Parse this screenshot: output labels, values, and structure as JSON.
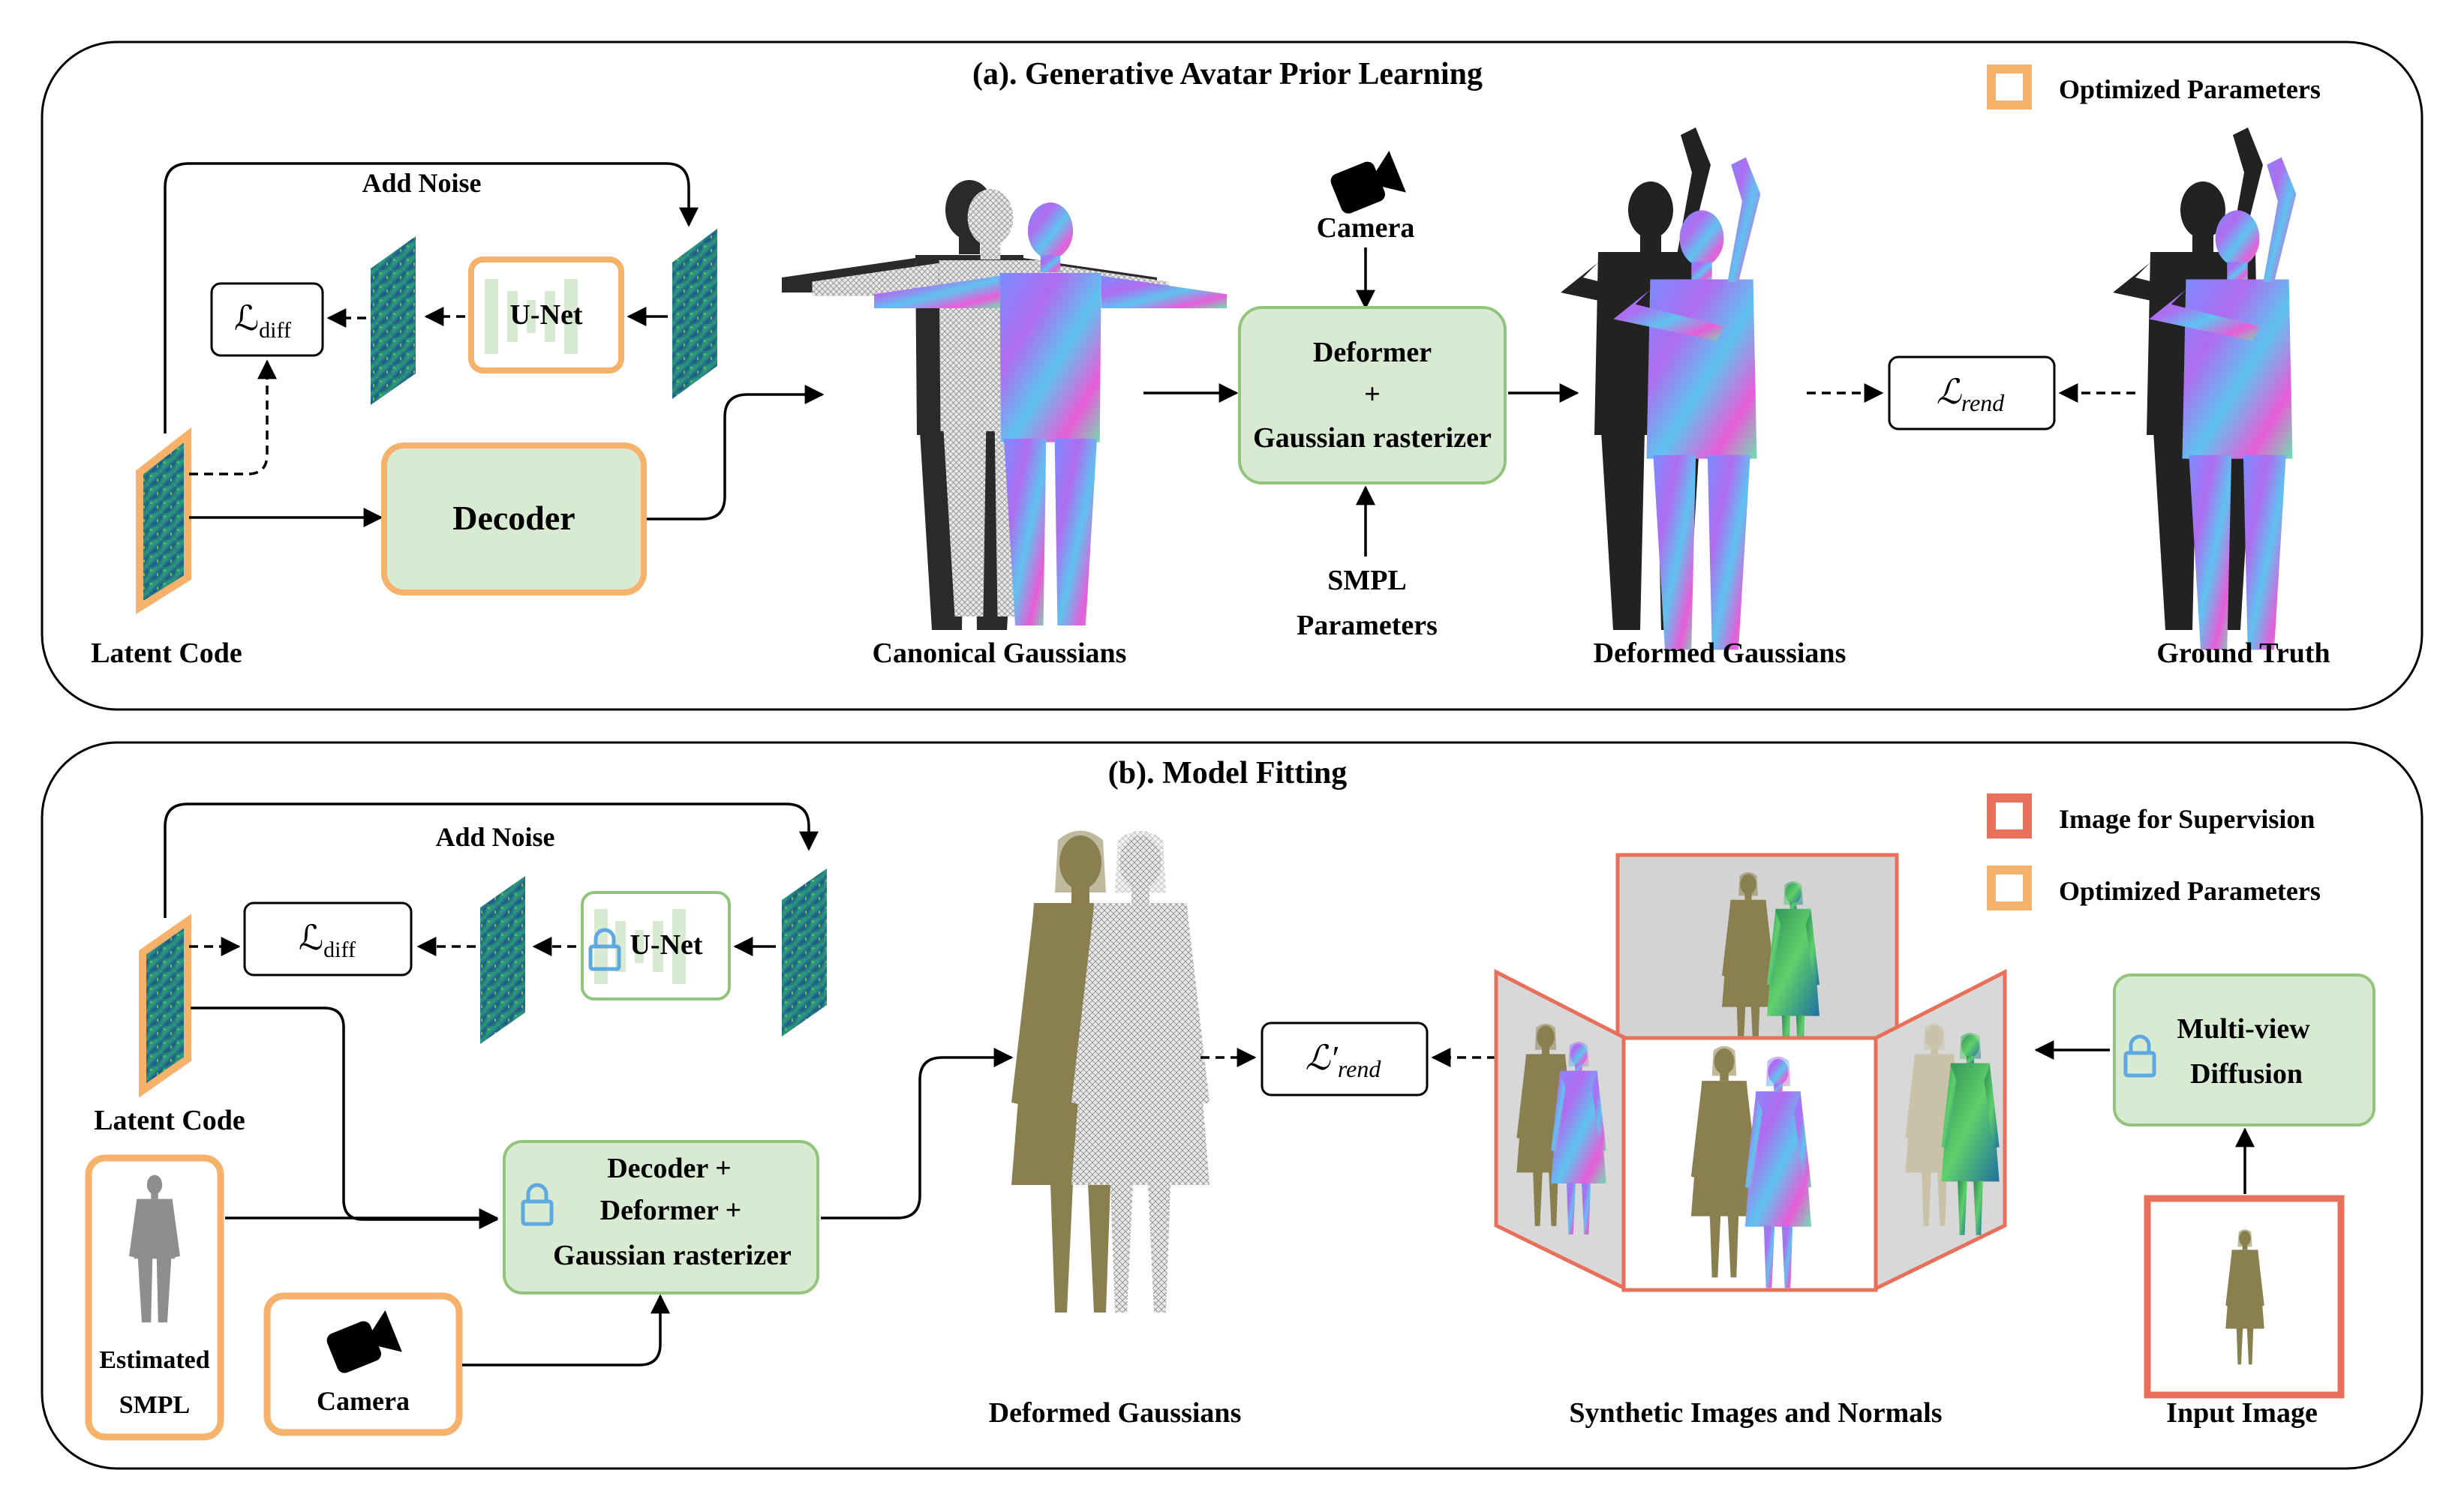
{
  "section_a": {
    "title": "(a). Generative Avatar Prior Learning",
    "legend_optimized": "Optimized Parameters",
    "add_noise": "Add Noise",
    "unet": "U-Net",
    "loss_diff": {
      "symbol": "ℒ",
      "sub": "diff"
    },
    "decoder": "Decoder",
    "latent_code": "Latent Code",
    "canonical_gaussians": "Canonical Gaussians",
    "camera": "Camera",
    "deformer_line1": "Deformer",
    "deformer_line2": "+",
    "deformer_line3": "Gaussian rasterizer",
    "smpl_line1": "SMPL",
    "smpl_line2": "Parameters",
    "deformed_gaussians": "Deformed Gaussians",
    "loss_rend": {
      "symbol": "ℒ",
      "sub": "rend"
    },
    "ground_truth": "Ground Truth"
  },
  "section_b": {
    "title": "(b). Model Fitting",
    "legend_supervision": "Image for Supervision",
    "legend_optimized": "Optimized Parameters",
    "add_noise": "Add Noise",
    "unet": "U-Net",
    "loss_diff": {
      "symbol": "ℒ",
      "sub": "diff"
    },
    "latent_code": "Latent Code",
    "estimated_smpl_line1": "Estimated",
    "estimated_smpl_line2": "SMPL",
    "camera": "Camera",
    "decoder_line1": "Decoder +",
    "decoder_line2": "Deformer +",
    "decoder_line3": "Gaussian rasterizer",
    "deformed_gaussians": "Deformed Gaussians",
    "loss_rend_prime": {
      "symbol": "ℒ′",
      "sub": "rend"
    },
    "synthetic_images": "Synthetic Images and Normals",
    "multiview_line1": "Multi-view",
    "multiview_line2": "Diffusion",
    "input_image": "Input Image"
  },
  "colors": {
    "optimized_orange": "#F6B26B",
    "supervision_red": "#E8705A",
    "module_green_fill": "#D9EAD3",
    "module_green_stroke": "#93C47D",
    "feature_teal": "#1E7F86",
    "lock_blue": "#5DA9E0"
  },
  "icons": [
    "camera-icon",
    "lock-icon"
  ]
}
